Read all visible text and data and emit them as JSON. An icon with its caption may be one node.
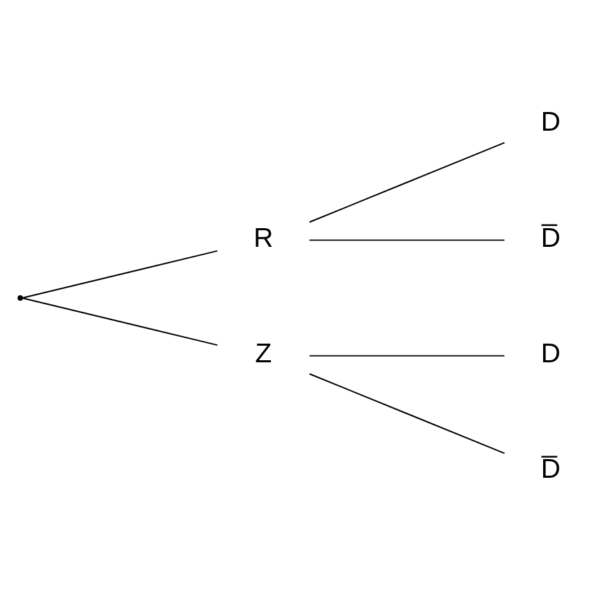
{
  "diagram": {
    "nodes": [
      {
        "text": [],
        "shape": "point"
      },
      {
        "text": [
          "R"
        ]
      },
      {
        "text": [
          "Z"
        ]
      },
      {
        "text": [
          "D"
        ]
      },
      {
        "text": [
          "D̅"
        ]
      },
      {
        "text": [
          "D"
        ]
      },
      {
        "text": [
          "D̅"
        ]
      }
    ],
    "edges": [
      {
        "from": 0,
        "to": 1,
        "arrow": "none"
      },
      {
        "from": 0,
        "to": 2,
        "arrow": "none"
      },
      {
        "from": 1,
        "to": 3,
        "arrow": "none"
      },
      {
        "from": 1,
        "to": 4,
        "arrow": "none"
      },
      {
        "from": 2,
        "to": 5,
        "arrow": "none"
      },
      {
        "from": 2,
        "to": 6,
        "arrow": "none"
      }
    ]
  }
}
